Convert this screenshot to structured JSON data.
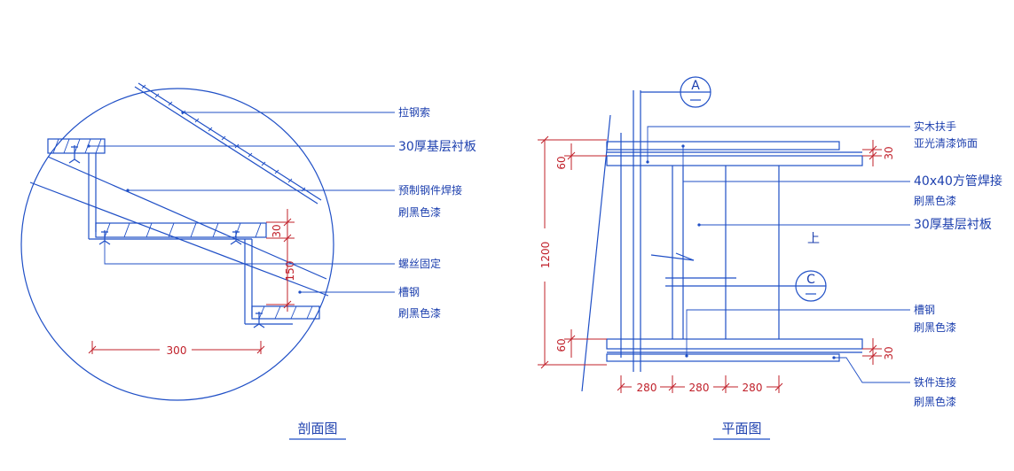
{
  "section_view": {
    "title": "剖面图",
    "labels": {
      "tension_cable": "拉钢索",
      "base_board": "30厚基层衬板",
      "embedded_steel_line1": "预制钢件焊接",
      "embedded_steel_line2": "刷黑色漆",
      "screw_fix": "螺丝固定",
      "channel_steel_line1": "槽钢",
      "channel_steel_line2": "刷黑色漆"
    },
    "dimensions": {
      "thickness": "30",
      "riser": "150",
      "tread": "300"
    }
  },
  "plan_view": {
    "title": "平面图",
    "labels": {
      "handrail_line1": "实木扶手",
      "handrail_line2": "亚光清漆饰面",
      "square_tube_line1": "40x40方管焊接",
      "square_tube_line2": "刷黑色漆",
      "base_board": "30厚基层衬板",
      "up_mark": "上",
      "channel_steel_line1": "槽钢",
      "channel_steel_line2": "刷黑色漆",
      "iron_connector_line1": "铁件连接",
      "iron_connector_line2": "刷黑色漆"
    },
    "markers": {
      "top": "A",
      "mid": "C"
    },
    "dimensions": {
      "total_width": "1200",
      "top_offset": "60",
      "bottom_offset": "60",
      "top_thickness": "30",
      "bottom_thickness": "30",
      "spacing": [
        "280",
        "280",
        "280"
      ]
    }
  }
}
